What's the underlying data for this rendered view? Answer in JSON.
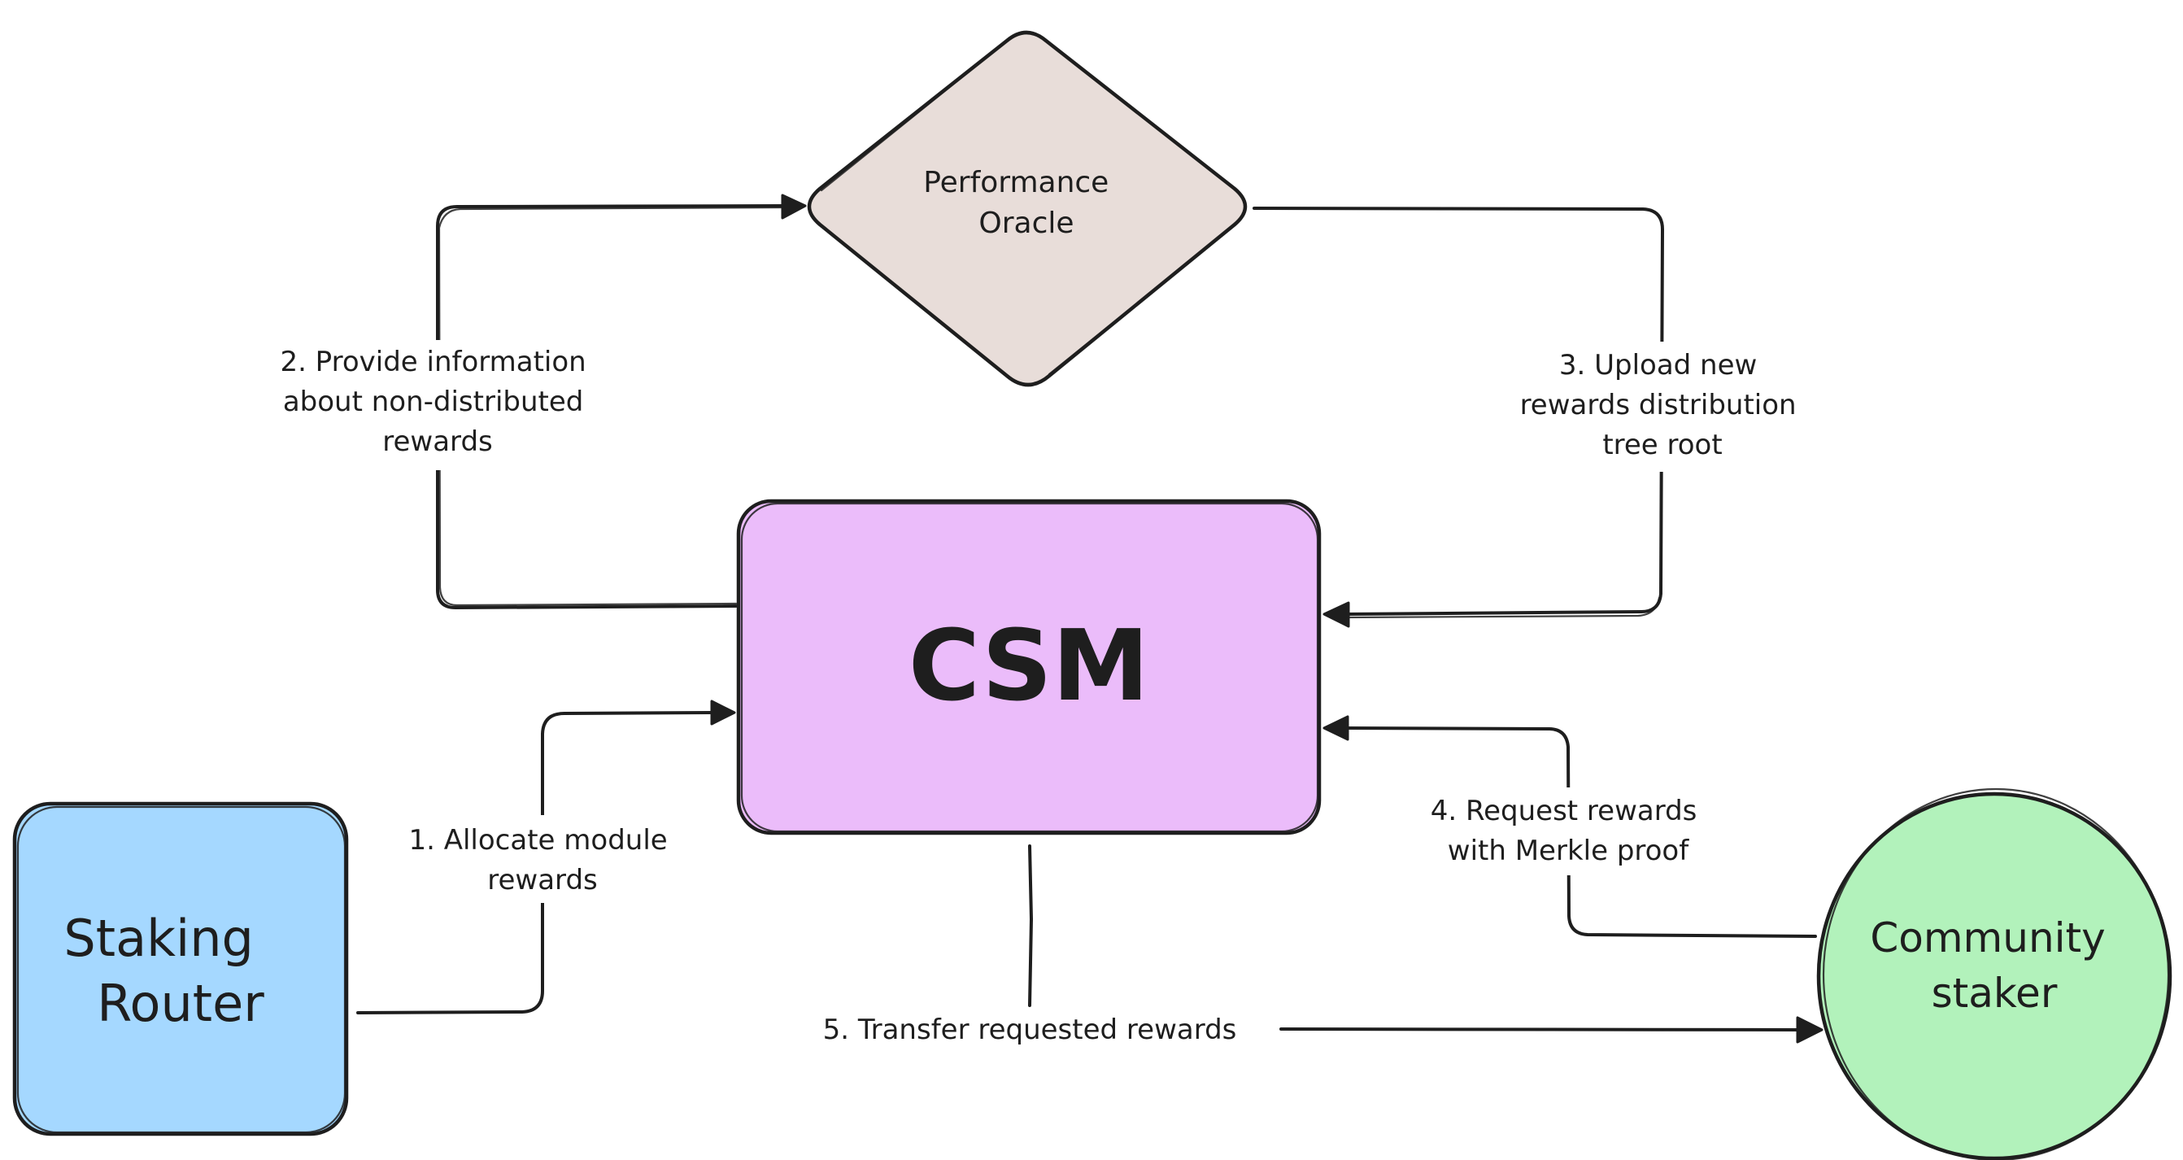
{
  "diagram": {
    "nodes": [
      {
        "id": "oracle",
        "label_lines": [
          "Performance",
          "Oracle"
        ],
        "shape": "diamond",
        "fill": "#e8ddd9"
      },
      {
        "id": "csm",
        "label_lines": [
          "CSM"
        ],
        "shape": "rounded-rect",
        "fill": "#ebbcfa"
      },
      {
        "id": "staking-router",
        "label_lines": [
          "Staking",
          "Router"
        ],
        "shape": "rounded-rect",
        "fill": "#a5d8ff"
      },
      {
        "id": "community-staker",
        "label_lines": [
          "Community",
          "staker"
        ],
        "shape": "ellipse",
        "fill": "#b2f2bb"
      }
    ],
    "edges": [
      {
        "id": "edge-1",
        "from": "staking-router",
        "to": "csm",
        "label_lines": [
          "1. Allocate module",
          "rewards"
        ]
      },
      {
        "id": "edge-2",
        "from": "csm",
        "to": "oracle",
        "label_lines": [
          "2. Provide information",
          "about non-distributed",
          "rewards"
        ]
      },
      {
        "id": "edge-3",
        "from": "oracle",
        "to": "csm",
        "label_lines": [
          "3. Upload new",
          "rewards distribution",
          "tree root"
        ]
      },
      {
        "id": "edge-4",
        "from": "community-staker",
        "to": "csm",
        "label_lines": [
          "4. Request rewards",
          "with Merkle proof"
        ]
      },
      {
        "id": "edge-5",
        "from": "csm",
        "to": "community-staker",
        "label_lines": [
          "5. Transfer requested rewards"
        ]
      }
    ],
    "stroke_color": "#1e1e1e",
    "background": "#ffffff"
  }
}
